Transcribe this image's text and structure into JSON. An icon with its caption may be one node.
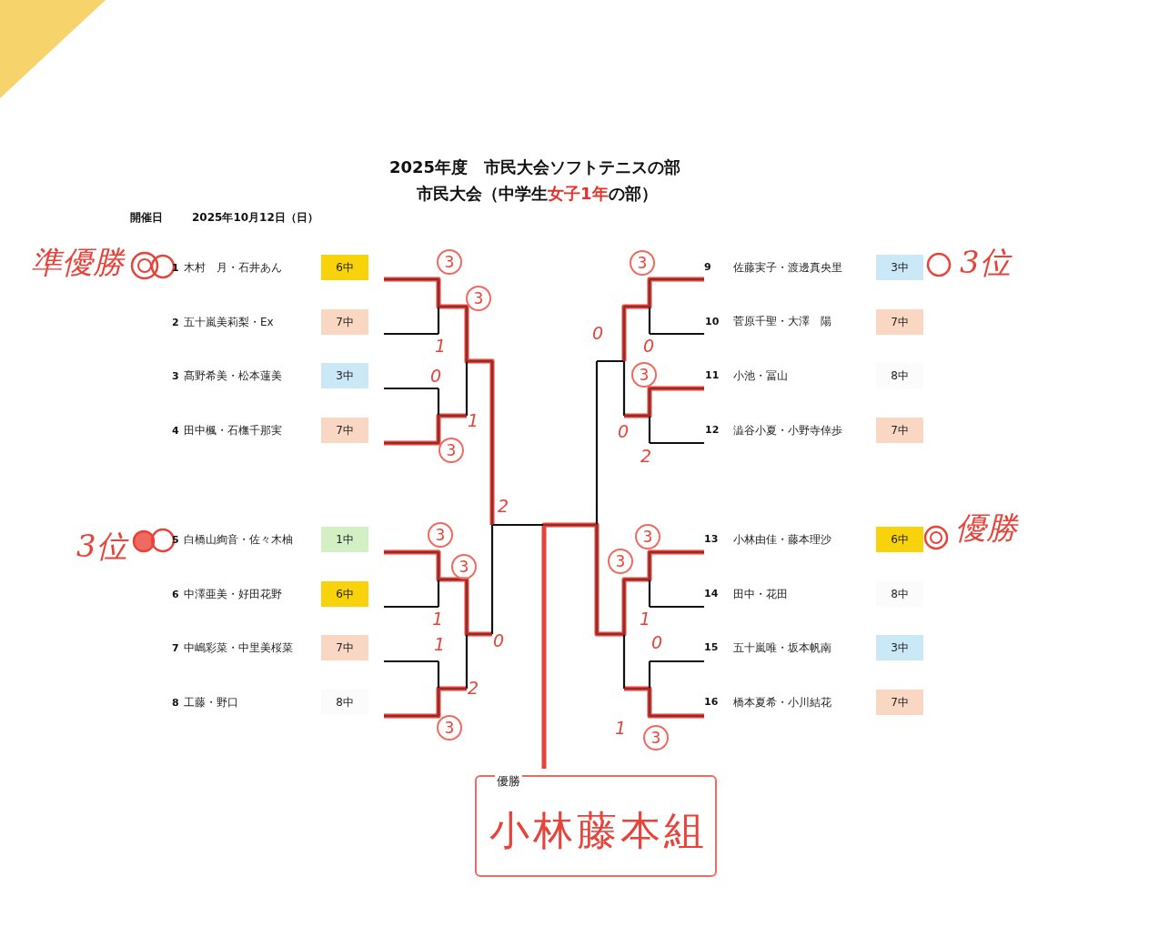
{
  "diagram": {
    "title": "2025年度　市民大会ソフトテニスの部",
    "nodes": [
      {
        "text": [
          "6中"
        ]
      },
      {
        "text": [
          "7中"
        ]
      },
      {
        "text": [
          "3中"
        ]
      },
      {
        "text": [
          "7中"
        ]
      },
      {
        "text": [
          "1中"
        ]
      },
      {
        "text": [
          "6中"
        ]
      },
      {
        "text": [
          "7中"
        ]
      },
      {
        "text": [
          "8中"
        ]
      },
      {
        "text": [
          "3中"
        ]
      },
      {
        "text": [
          "7中"
        ]
      },
      {
        "text": [
          "8中"
        ]
      },
      {
        "text": [
          "7中"
        ]
      },
      {
        "text": [
          "6中"
        ]
      },
      {
        "text": [
          "8中"
        ]
      },
      {
        "text": [
          "3中"
        ]
      },
      {
        "text": [
          "7中"
        ]
      },
      {
        "text": [
          "優勝",
          "小林藤本組"
        ]
      }
    ],
    "labels": [
      "市民大会（中学生",
      "女子1年",
      "の部）",
      "開催日",
      "2025年10月12日（日）",
      "準優勝",
      "1",
      "木村　月・石井あん",
      "3",
      "3",
      "9",
      "佐藤実子・渡邊真央里",
      "3位",
      "3",
      "2",
      "五十嵐美莉梨・Ex",
      "10",
      "菅原千聖・大澤　陽",
      "0",
      "1",
      "0",
      "3",
      "髙野希美・松本蓮美",
      "0",
      "3",
      "11",
      "小池・冨山",
      "1",
      "0",
      "4",
      "田中楓・石橅千那実",
      "12",
      "澁谷小夏・小野寺倖歩",
      "3",
      "2",
      "2",
      "3位",
      "5",
      "白橋山絢音・佐々木柚",
      "3",
      "3",
      "13",
      "小林由佳・藤本理沙",
      "優勝",
      "3",
      "3",
      "6",
      "中澤亜美・好田花野",
      "14",
      "田中・花田",
      "1",
      "1",
      "1",
      "0",
      "0",
      "7",
      "中嶋彩菜・中里美桜菜",
      "15",
      "五十嵐唯・坂本帆南",
      "2",
      "8",
      "工藤・野口",
      "16",
      "橋本夏希・小川結花",
      "3",
      "1",
      "3"
    ]
  }
}
